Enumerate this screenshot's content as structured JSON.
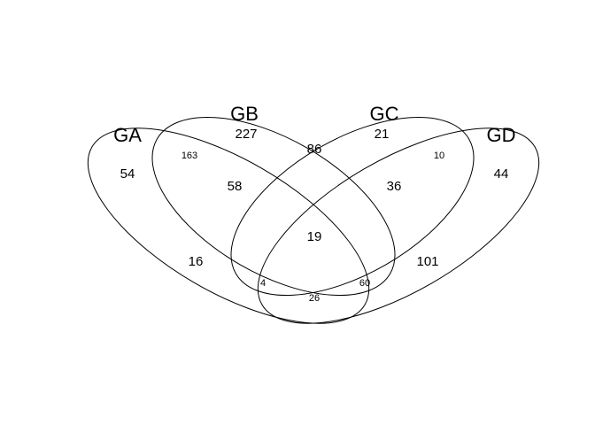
{
  "sets": [
    {
      "id": "a",
      "label": "GA"
    },
    {
      "id": "b",
      "label": "GB"
    },
    {
      "id": "c",
      "label": "GC"
    },
    {
      "id": "d",
      "label": "GD"
    }
  ],
  "regions": {
    "A_only": "54",
    "B_only": "227",
    "C_only": "21",
    "D_only": "44",
    "AB": "163",
    "CD": "10",
    "BC": "86",
    "ABC": "58",
    "BCD": "36",
    "ABCD": "19",
    "AC": "16",
    "BD": "101",
    "ACD": "4",
    "ABD": "60",
    "AD": "26"
  }
}
